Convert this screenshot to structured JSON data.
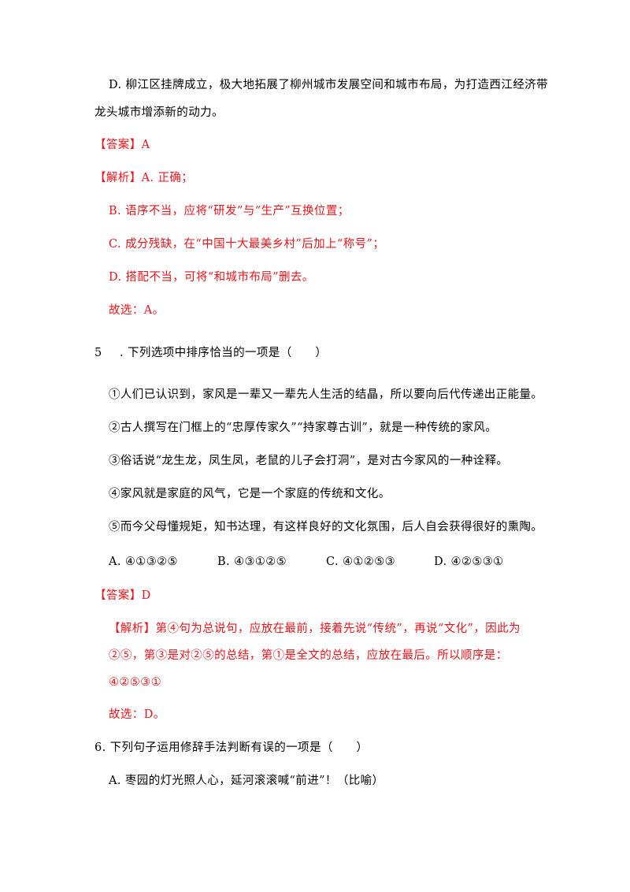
{
  "q4": {
    "option_d_line1": "D. 柳江区挂牌成立，极大地拓展了柳州城市发展空间和城市布局，为打造西江经济带",
    "option_d_line2": "龙头城市增添新的动力。",
    "answer": "【答案】A",
    "analysis_a": "【解析】A. 正确；",
    "analysis_b": "B. 语序不当，应将“研发”与“生产”互换位置；",
    "analysis_c": "C. 成分残缺，在“中国十大最美乡村”后加上“称号”；",
    "analysis_d": "D. 搭配不当，可将“和城市布局”删去。",
    "choice": "故选：A。"
  },
  "q5": {
    "number": "5",
    "stem": ". 下列选项中排序恰当的一项是（　　）",
    "sentences": [
      "①人们已认识到，家风是一辈又一辈先人生活的结晶，所以要向后代传递出正能量。",
      "②古人撰写在门框上的“忠厚传家久”“持家尊古训”，就是一种传统的家风。",
      "③俗话说“龙生龙，凤生凤，老鼠的儿子会打洞”，是对古今家风的一种诠释。",
      "④家风就是家庭的风气，它是一个家庭的传统和文化。",
      "⑤而今父母懂规矩，知书达理，有这样良好的文化氛围，后人自会获得很好的熏陶。"
    ],
    "options": {
      "a": "A. ④①③②⑤",
      "b": "B. ④③①②⑤",
      "c": "C. ④①②⑤③",
      "d": "D. ④②⑤③①"
    },
    "answer": "【答案】D",
    "analysis_line1": "【解析】第④句为总说句，应放在最前，接着先说“传统”，再说“文化”，因此为",
    "analysis_line2": "②⑤，第③是对②⑤的总结，第①是全文的总结，应放在最后。所以顺序是：",
    "analysis_line3": "④②⑤③①",
    "choice": "故选：D。"
  },
  "q6": {
    "stem": "6. 下列句子运用修辞手法判断有误的一项是（　　）",
    "option_a": "A. 枣园的灯光照人心，延河滚滚喊“前进”！（比喻）"
  }
}
